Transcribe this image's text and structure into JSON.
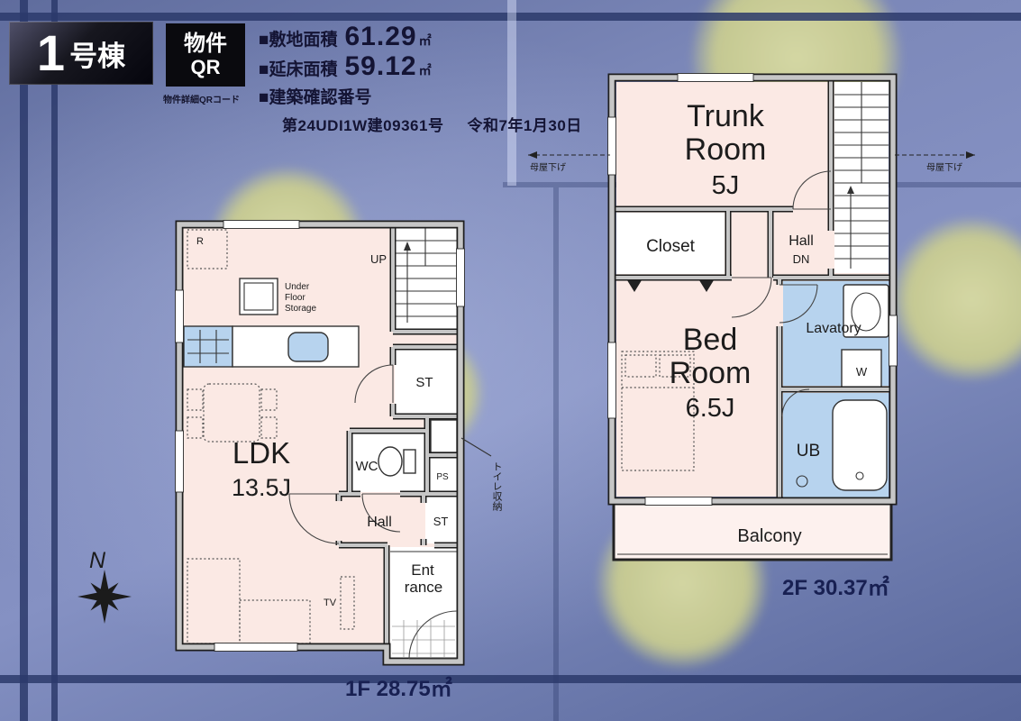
{
  "header": {
    "building_number": "1",
    "building_suffix": "号棟",
    "qr_line1": "物件",
    "qr_line2": "QR",
    "qr_caption": "物件詳細QRコード",
    "site_area_label": "■敷地面積",
    "site_area_value": "61.29",
    "site_area_unit": "㎡",
    "floor_area_label": "■延床面積",
    "floor_area_value": "59.12",
    "floor_area_unit": "㎡",
    "confirmation_label": "■建築確認番号",
    "confirmation_number": "第24UDI1W建09361号",
    "confirmation_date": "令和7年1月30日"
  },
  "floor1": {
    "title": "1F 28.75㎡",
    "ldk_name": "LDK",
    "ldk_size": "13.5J",
    "under_floor_1": "Under",
    "under_floor_2": "Floor",
    "under_floor_3": "Storage",
    "refrigerator": "R",
    "up": "UP",
    "storage_upper": "ST",
    "wc": "WC",
    "pipe_space": "PS",
    "hall": "Hall",
    "storage_lower": "ST",
    "entrance_line1": "Ent",
    "entrance_line2": "rance",
    "tv": "TV",
    "toilet_storage_note": "トイレ収納",
    "compass_north": "N"
  },
  "floor2": {
    "title": "2F 30.37㎡",
    "trunk_line1": "Trunk",
    "trunk_line2": "Room",
    "trunk_size": "5J",
    "closet": "Closet",
    "hall": "Hall",
    "down": "DN",
    "bedroom_line1": "Bed",
    "bedroom_line2": "Room",
    "bedroom_size": "6.5J",
    "lavatory": "Lavatory",
    "washer": "W",
    "unit_bath": "UB",
    "balcony": "Balcony",
    "eave_note_left": "母屋下げ",
    "eave_note_right": "母屋下げ"
  },
  "colors": {
    "room_pink": "#fbe9e4",
    "fixture_blue": "#b7d3ee",
    "wall_gray": "#c6c6c6",
    "background_blue": "#7b87b8",
    "accent_navy": "#182052",
    "tree_green": "#cbce8f"
  }
}
